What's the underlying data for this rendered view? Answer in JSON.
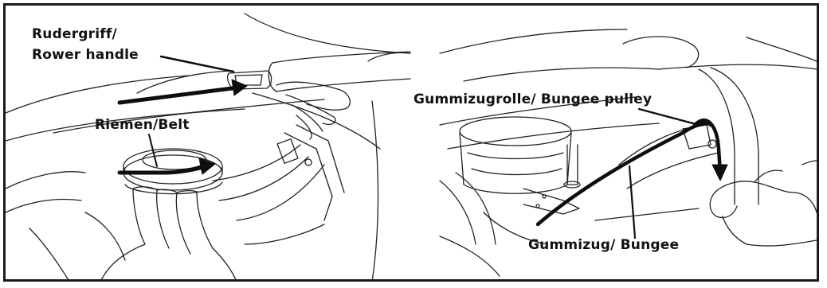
{
  "labels": {
    "handle_de": "Rudergriff/",
    "handle_en": "Rower handle",
    "belt": "Riemen/Belt",
    "pulley": "Gummizugrolle/ Bungee pulley",
    "bungee": "Gummizug/ Bungee"
  },
  "colors": {
    "line": "#111111",
    "frame": "#1a1a1a",
    "background": "#ffffff"
  },
  "panels": [
    "left-handle-belt-view",
    "right-bungee-pulley-view"
  ]
}
